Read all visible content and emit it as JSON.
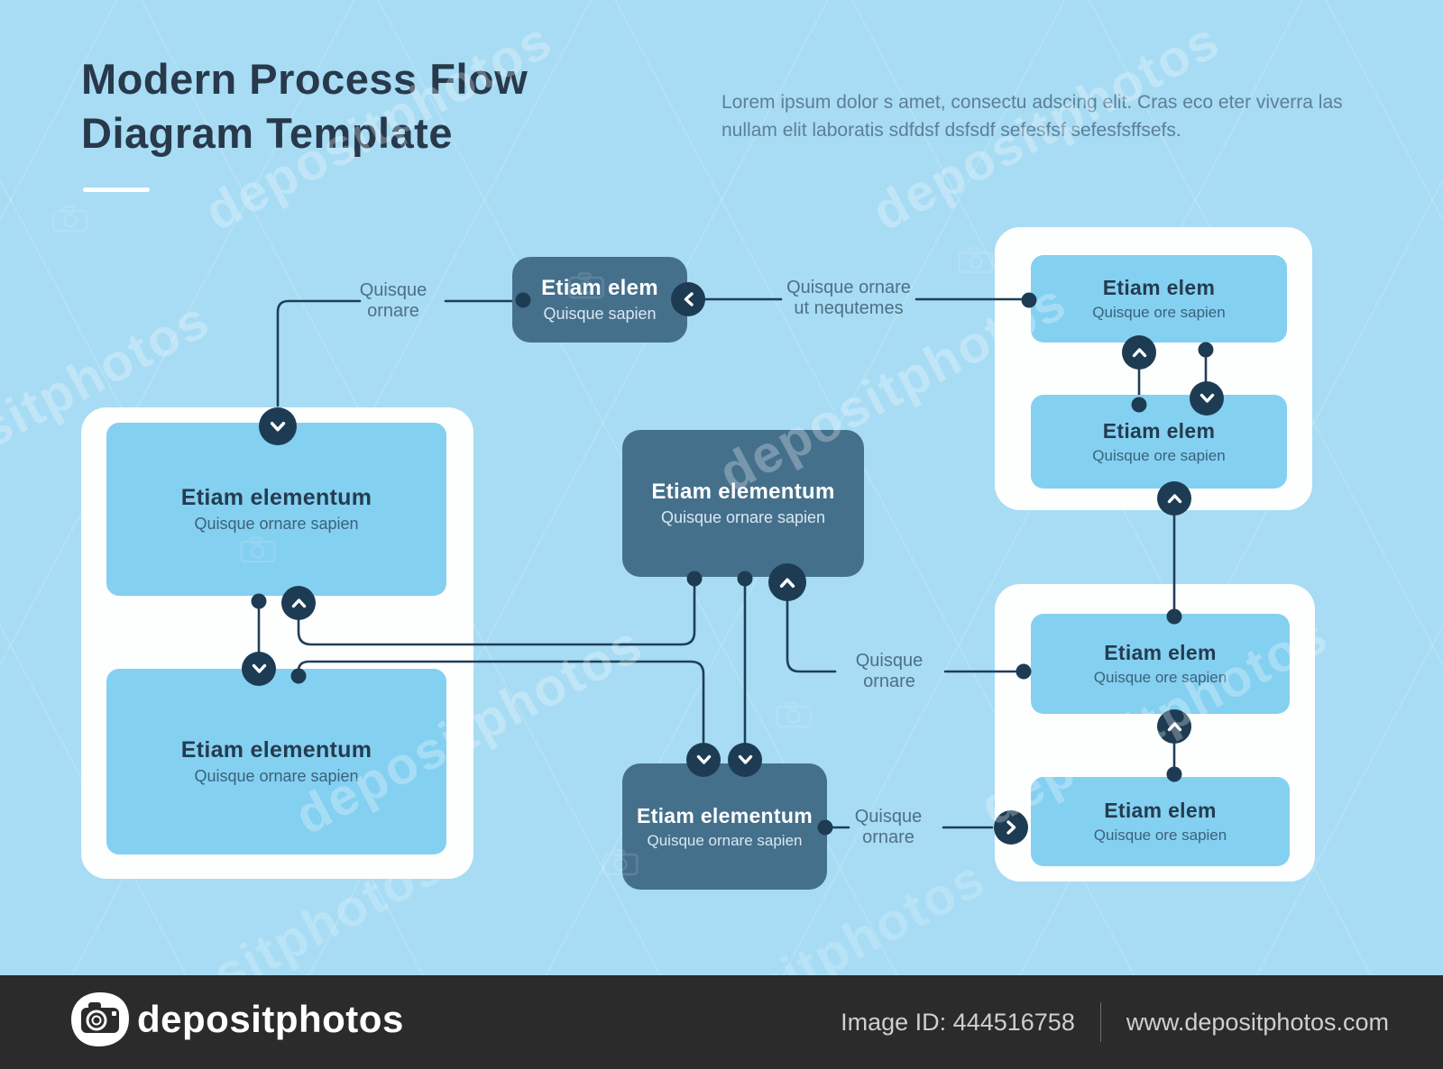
{
  "header": {
    "title_line1": "Modern Process Flow",
    "title_line2": "Diagram Template",
    "description_line1": "Lorem ipsum dolor s amet, consectu adscing elit. Cras eco eter viverra las",
    "description_line2": "nullam elit laboratis sdfdsf dsfsdf sefesfsf sefesfsffsefs."
  },
  "nodes": {
    "top_center": {
      "title": "Etiam elem",
      "subtitle": "Quisque sapien"
    },
    "center": {
      "title": "Etiam elementum",
      "subtitle": "Quisque ornare sapien"
    },
    "bottom_center": {
      "title": "Etiam elementum",
      "subtitle": "Quisque ornare sapien"
    },
    "left_top": {
      "title": "Etiam elementum",
      "subtitle": "Quisque ornare sapien"
    },
    "left_bottom": {
      "title": "Etiam elementum",
      "subtitle": "Quisque ornare sapien"
    },
    "right_top_1": {
      "title": "Etiam elem",
      "subtitle": "Quisque ore sapien"
    },
    "right_top_2": {
      "title": "Etiam elem",
      "subtitle": "Quisque ore sapien"
    },
    "right_bottom_1": {
      "title": "Etiam elem",
      "subtitle": "Quisque ore sapien"
    },
    "right_bottom_2": {
      "title": "Etiam elem",
      "subtitle": "Quisque ore sapien"
    }
  },
  "connector_labels": {
    "top_left": [
      "Quisque",
      "ornare"
    ],
    "top_right": [
      "Quisque ornare",
      "ut nequtemes"
    ],
    "mid_right": [
      "Quisque",
      "ornare"
    ],
    "bottom_right": [
      "Quisque",
      "ornare"
    ]
  },
  "colors": {
    "background": "#a7dcf4",
    "inner_box": "#84d0f1",
    "dark_node": "#45708c",
    "navy_accent": "#1d3c54",
    "title_text": "#28394b",
    "label_text": "#4e7086",
    "footer_background": "#2b2b2b"
  },
  "watermark": {
    "text": "depositphotos"
  },
  "footer": {
    "brand": "depositphotos",
    "image_id": "Image ID: 444516758",
    "website": "www.depositphotos.com"
  }
}
